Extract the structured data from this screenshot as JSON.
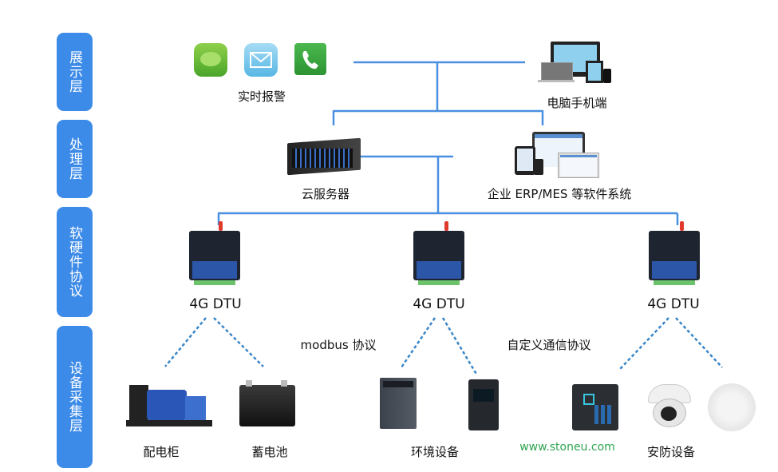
{
  "layers": [
    {
      "label": "展示层"
    },
    {
      "label": "处理层"
    },
    {
      "label": "软硬件协议"
    },
    {
      "label": "设备采集层"
    }
  ],
  "display_layer": {
    "alarm_label": "实时报警",
    "alarm_icons": [
      "wechat-message-icon",
      "email-icon",
      "phone-icon"
    ],
    "terminal_label": "电脑手机端"
  },
  "processing_layer": {
    "server_label": "云服务器",
    "software_label": "企业 ERP/MES 等软件系统"
  },
  "protocol_layer": {
    "dtus": [
      {
        "label": "4G DTU"
      },
      {
        "label": "4G DTU"
      },
      {
        "label": "4G DTU"
      }
    ],
    "protocols": {
      "modbus": "modbus 协议",
      "custom": "自定义通信协议"
    }
  },
  "device_layer": {
    "power_cabinet": "配电柜",
    "battery": "蓄电池",
    "environment": "环境设备",
    "security": "安防设备",
    "website": "www.stoneu.com"
  },
  "colors": {
    "layer_bg": "#3d8be8",
    "line": "#4a8fe0",
    "dashed": "#3a86c8",
    "website": "#2fa552"
  }
}
